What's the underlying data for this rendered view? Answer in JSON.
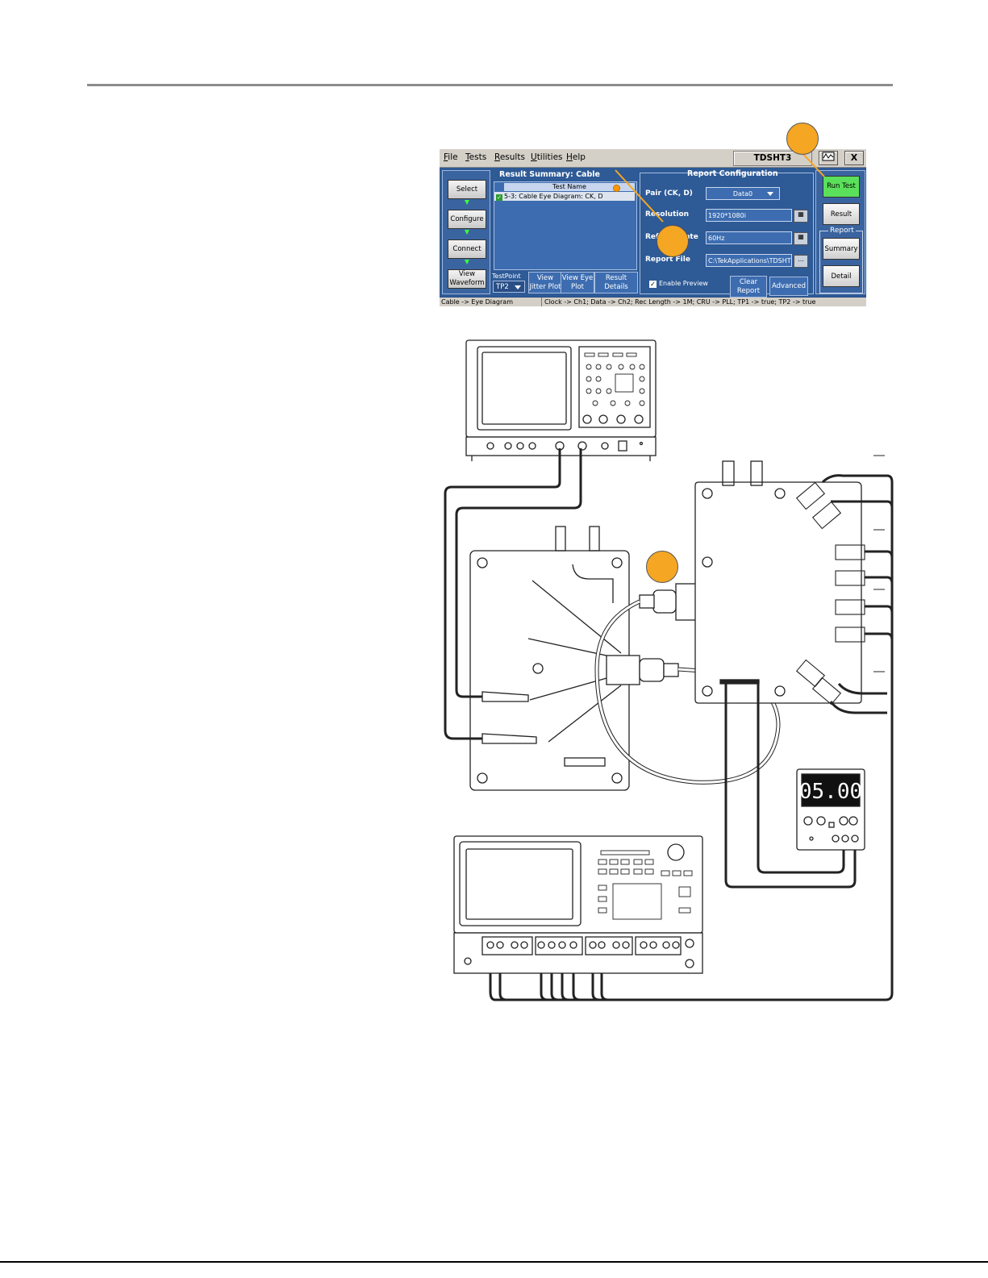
{
  "menu": [
    "File",
    "Tests",
    "Results",
    "Utilities",
    "Help"
  ],
  "app_title": "TDSHT3",
  "window_controls": {
    "waveform": "",
    "close": "X"
  },
  "nav": {
    "select": "Select",
    "configure": "Configure",
    "connect": "Connect",
    "view_waveform": "View Waveform"
  },
  "results": {
    "title": "Result Summary: Cable",
    "column_header": "Test Name",
    "rows": [
      "5-3: Cable Eye Diagram: CK, D"
    ],
    "testpoint_label": "TestPoint",
    "testpoint_value": "TP2",
    "view_jitter": "View Jitter Plot",
    "view_eye": "View Eye Plot",
    "result_details": "Result Details"
  },
  "report_config": {
    "title": "Report Configuration",
    "pair_label": "Pair (CK, D)",
    "pair_value": "Data0",
    "resolution_label": "Resolution",
    "resolution_value": "1920*1080i",
    "refresh_label": "Refresh Rate",
    "refresh_value": "60Hz",
    "report_file_label": "Report File",
    "report_file_value": "C:\\TekApplications\\TDSHT",
    "browse": "...",
    "enable_preview": "Enable Preview",
    "clear_report": "Clear Report",
    "advanced": "Advanced"
  },
  "right_panel": {
    "run_test": "Run Test",
    "result": "Result",
    "report_group": "Report",
    "summary": "Summary",
    "detail": "Detail"
  },
  "status": {
    "left": "Cable -> Eye Diagram",
    "right": "Clock -> Ch1; Data -> Ch2; Rec Length -> 1M; CRU -> PLL; TP1 -> true; TP2 -> true"
  },
  "power_supply_display": "05.00",
  "colors": {
    "accent_orange": "#f5a623",
    "app_blue": "#2e5a96",
    "run_green": "#5ae05a"
  }
}
